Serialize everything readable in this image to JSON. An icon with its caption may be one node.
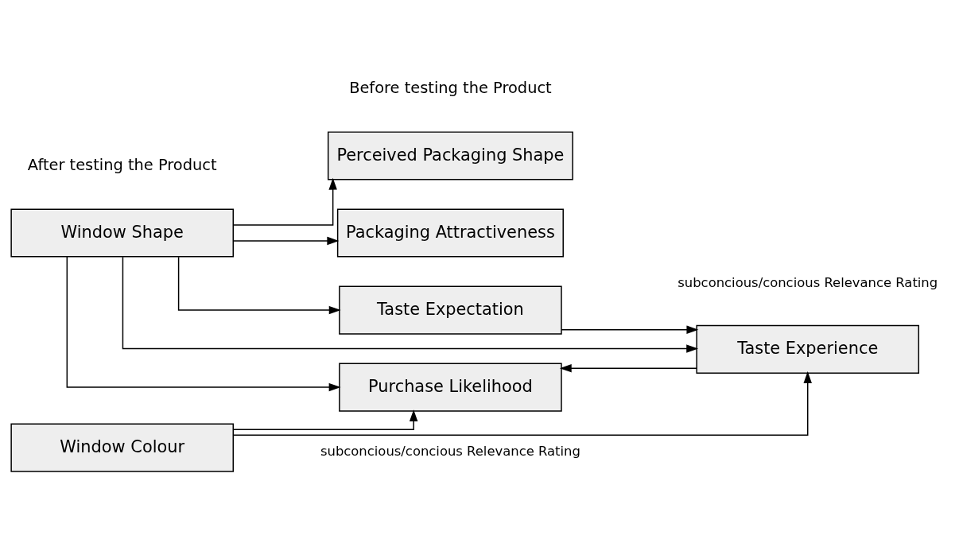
{
  "diagram": {
    "nodes": [
      {
        "text": [
          "Window Shape"
        ]
      },
      {
        "text": [
          "Perceived Packaging Shape"
        ]
      },
      {
        "text": [
          "Packaging Attractiveness"
        ]
      },
      {
        "text": [
          "Taste Expectation"
        ]
      },
      {
        "text": [
          "Purchase Likelihood"
        ]
      },
      {
        "text": [
          "Taste Experience"
        ]
      },
      {
        "text": [
          "Window Colour"
        ]
      }
    ],
    "edges": [
      {
        "from": 0,
        "to": 1,
        "arrow": "to"
      },
      {
        "from": 0,
        "to": 2,
        "arrow": "to"
      },
      {
        "from": 0,
        "to": 3,
        "arrow": "to"
      },
      {
        "from": 0,
        "to": 4,
        "arrow": "to"
      },
      {
        "from": 0,
        "to": 5,
        "arrow": "to"
      },
      {
        "from": 3,
        "to": 5,
        "arrow": "to"
      },
      {
        "from": 5,
        "to": 4,
        "arrow": "to"
      },
      {
        "from": 6,
        "to": 5,
        "arrow": "to"
      },
      {
        "from": 6,
        "to": 4,
        "arrow": "to"
      }
    ],
    "labels": [
      "Before testing the Product",
      "subconcious/concious Relevance Rating",
      "subconcious/concious Relevance Rating",
      "After testing the Product"
    ]
  }
}
